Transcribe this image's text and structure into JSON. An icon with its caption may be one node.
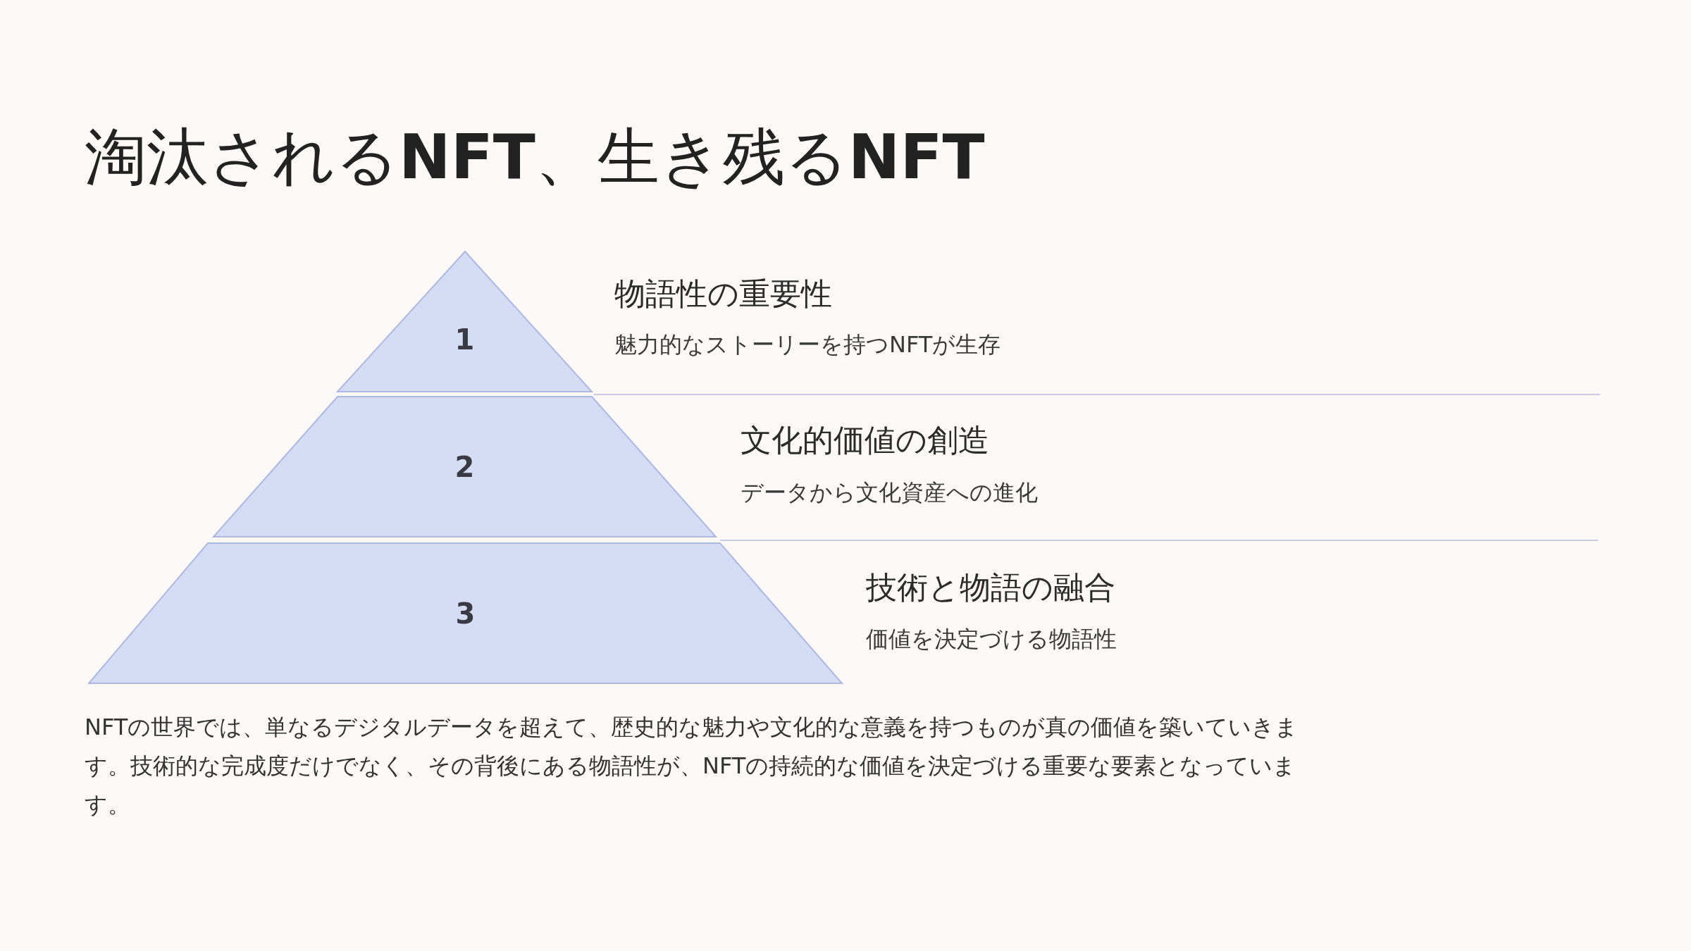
{
  "diagram": {
    "title": "淘汰される**NFT**、生き残る**NFT**",
    "nodes": [
      {
        "text": [
          "1"
        ],
        "beside": [
          "物語性の重要性",
          "魅力的なストーリーを持つNFTが生存"
        ]
      },
      {
        "text": [
          "2"
        ],
        "beside": [
          "文化的価値の創造",
          "データから文化資産への進化"
        ]
      },
      {
        "text": [
          "3"
        ],
        "beside": [
          "技術と物語の融合",
          "価値を決定づける物語性"
        ]
      }
    ],
    "labels": [
      "NFTの世界では、単なるデジタルデータを超えて、歴史的な魅力や文化的な意義を持つものが真の価値を築いていきます。技術的な完成度だけでなく、その背後にある物語性が、NFTの持続的な価値を決定づける重要な要素となっています。"
    ]
  }
}
